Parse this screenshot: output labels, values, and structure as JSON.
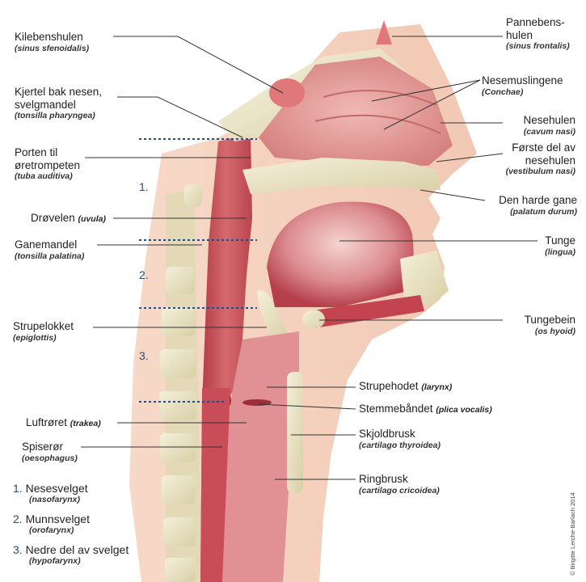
{
  "labels": {
    "sphenoid": {
      "main": "Kilebenshulen",
      "sub": "(sinus sfenoidalis)"
    },
    "pharyngeal": {
      "main1": "Kjertel bak nesen,",
      "main2": "svelgmandel",
      "sub": "(tonsilla pharyngea)"
    },
    "tuba": {
      "main1": "Porten til",
      "main2": "øretrompeten",
      "sub": "(tuba auditiva)"
    },
    "uvula": {
      "main": "Drøvelen",
      "sub": "(uvula)"
    },
    "palatine": {
      "main": "Ganemandel",
      "sub": "(tonsilla palatina)"
    },
    "epiglottis": {
      "main": "Strupelokket",
      "sub": "(epiglottis)"
    },
    "trachea": {
      "main": "Luftrøret",
      "sub": "(trakea)"
    },
    "oesophagus": {
      "main": "Spiserør",
      "sub": "(oesophagus)"
    },
    "frontal": {
      "main1": "Pannebens-",
      "main2": "hulen",
      "sub": "(sinus frontalis)"
    },
    "conchae": {
      "main": "Nesemuslingene",
      "sub": "(Conchae)"
    },
    "cavum": {
      "main": "Nesehulen",
      "sub": "(cavum nasi)"
    },
    "vestibulum": {
      "main1": "Første del av",
      "main2": "nesehulen",
      "sub": "(vestibulum nasi)"
    },
    "palatum": {
      "main": "Den harde gane",
      "sub": "(palatum durum)"
    },
    "lingua": {
      "main": "Tunge",
      "sub": "(lingua)"
    },
    "hyoid": {
      "main": "Tungebein",
      "sub": "(os hyoid)"
    },
    "larynx": {
      "main": "Strupehodet",
      "sub": "(larynx)"
    },
    "vocalis": {
      "main": "Stemmebåndet",
      "sub": "(plica vocalis)"
    },
    "thyroid": {
      "main": "Skjoldbrusk",
      "sub": "(cartilago thyroidea)"
    },
    "cricoid": {
      "main": "Ringbrusk",
      "sub": "(cartilago cricoidea)"
    }
  },
  "region_numbers": [
    "1.",
    "2.",
    "3."
  ],
  "legend": [
    {
      "num": "1.",
      "main": "Nesesvelget",
      "sub": "(nasofarynx)"
    },
    {
      "num": "2.",
      "main": "Munnsvelget",
      "sub": "(orofarynx)"
    },
    {
      "num": "3.",
      "main": "Nedre del av svelget",
      "sub": "(hypofarynx)"
    }
  ],
  "copyright": "© Birgitte Lerche-Barlach 2014",
  "colors": {
    "skin": "#f5d3c2",
    "tissue": "#c8515b",
    "dark_tissue": "#a8323f",
    "bone": "#e9e3c6",
    "number_blue": "#2a4b7c"
  }
}
